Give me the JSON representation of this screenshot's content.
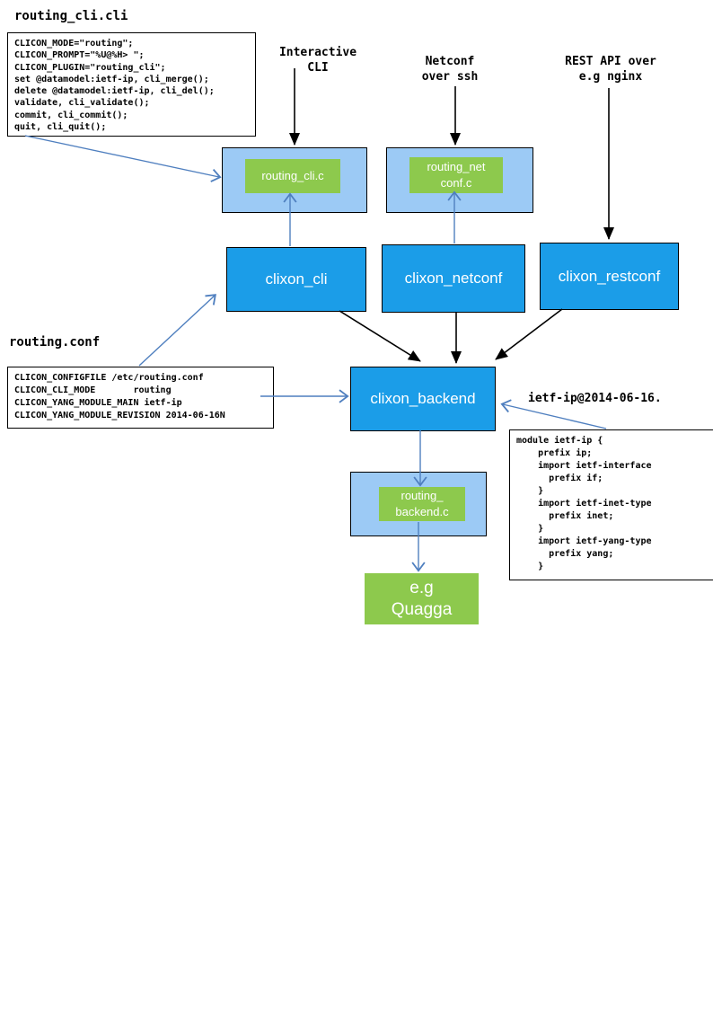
{
  "colors": {
    "component_blue": "#1b9de8",
    "plugin_container_blue": "#9ccaf5",
    "plugin_green": "#8dc94d",
    "connector_blue": "#4f7fbf",
    "connector_black": "#000000"
  },
  "titles": {
    "routing_cli_file": "routing_cli.cli",
    "routing_conf_file": "routing.conf",
    "yang_file": "ietf-ip@2014-06-16."
  },
  "code": {
    "routing_cli": "CLICON_MODE=\"routing\";\nCLICON_PROMPT=\"%U@%H> \";\nCLICON_PLUGIN=\"routing_cli\";\nset @datamodel:ietf-ip, cli_merge();\ndelete @datamodel:ietf-ip, cli_del();\nvalidate, cli_validate();\ncommit, cli_commit();\nquit, cli_quit();",
    "routing_conf": "CLICON_CONFIGFILE /etc/routing.conf\nCLICON_CLI_MODE       routing\nCLICON_YANG_MODULE_MAIN ietf-ip\nCLICON_YANG_MODULE_REVISION 2014-06-16N",
    "yang_module": "module ietf-ip {\n    prefix ip;\n    import ietf-interface\n      prefix if;\n    }\n    import ietf-inet-type\n      prefix inet;\n    }\n    import ietf-yang-type\n      prefix yang;\n    }"
  },
  "access_labels": {
    "interactive_cli": "Interactive\nCLI",
    "netconf": "Netconf\nover ssh",
    "restconf": "REST API over\ne.g nginx"
  },
  "components": {
    "routing_cli_plugin": "routing_cli.c",
    "routing_netconf_plugin": "routing_net\nconf.c",
    "clixon_cli": "clixon_cli",
    "clixon_netconf": "clixon_netconf",
    "clixon_restconf": "clixon_restconf",
    "clixon_backend": "clixon_backend",
    "routing_backend_plugin": "routing_\nbackend.c",
    "router": "e.g\nQuagga"
  }
}
